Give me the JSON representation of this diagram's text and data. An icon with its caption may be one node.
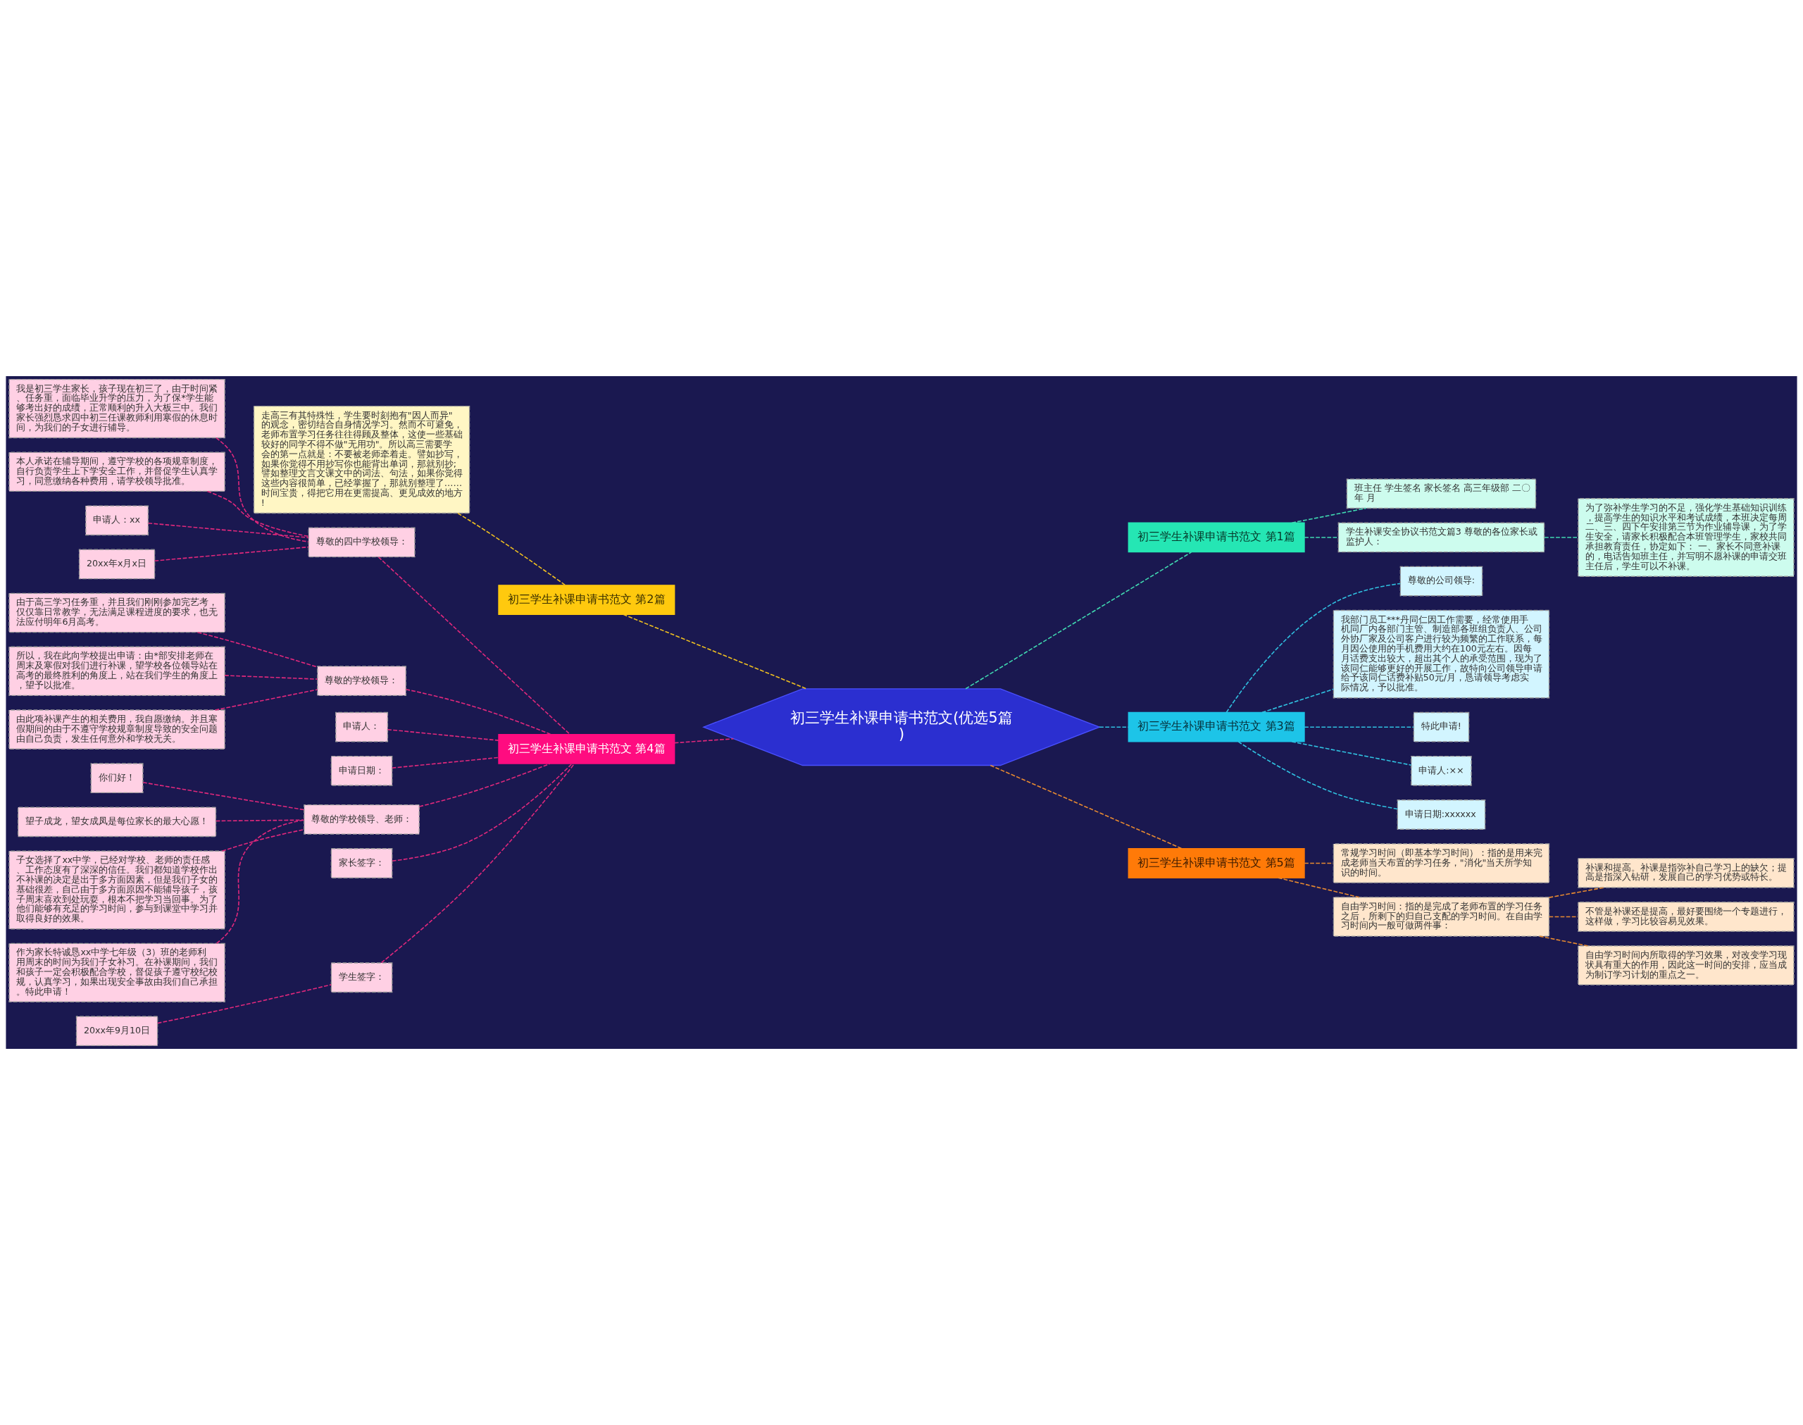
{
  "diagram": {
    "nodes": [
      {
        "text": [
          "初三学生补课申请书范文(优选5篇)"
        ]
      },
      {
        "text": [
          "初三学生补课申请书范文 第2篇"
        ]
      },
      {
        "text": [
          "走高三有其特殊性，学生要时刻抱有\"因人而异\"的观念，密切结合自身情况学习。然而不可避免，老师布置学习任务往往得顾及整体，这使一些基础较好的同学不得不做\"无用功\"。所以高三需要学会的第一点就是：不要被老师牵着走。譬如抄写，如果你觉得不用抄写你也能背出单词，那就别抄;譬如整理文言文课文中的词法、句法，如果你觉得这些内容很简单，已经掌握了，那就别整理了……时间宝贵，得把它用在更需提高、更见成效的地方!"
        ]
      },
      {
        "text": [
          "初三学生补课申请书范文 第1篇"
        ]
      },
      {
        "text": [
          "班主任 学生签名 家长签名 高三年级部 二〇年 月"
        ]
      },
      {
        "text": [
          "学生补课安全协议书范文篇3 尊敬的各位家长或监护人："
        ]
      },
      {
        "text": [
          "为了弥补学生学习的不足，强化学生基础知识训练，提高学生的知识水平和考试成绩，本班决定每周二、三、四下午安排第三节为作业辅导课，为了学生安全，请家长积极配合本班管理学生，家校共同承担教育责任，协定如下： 一、家长不同意补课的，电话告知班主任，并写明不愿补课的申请交班主任后，学生可以不补课。"
        ]
      },
      {
        "text": [
          "初三学生补课申请书范文 第3篇"
        ]
      },
      {
        "text": [
          "尊敬的公司领导:"
        ]
      },
      {
        "text": [
          "我部门员工***丹同仁因工作需要，经常使用手机同厂内各部门主管、制造部各班组负责人、公司外协厂家及公司客户进行较为频繁的工作联系，每月因公使用的手机费用大约在100元左右。因每月话费支出较大，超出其个人的承受范围，现为了该同仁能够更好的开展工作，故特向公司领导申请给予该同仁话费补贴50元/月，恳请领导考虑实际情况，予以批准。"
        ]
      },
      {
        "text": [
          "特此申请!"
        ]
      },
      {
        "text": [
          "申请人:××"
        ]
      },
      {
        "text": [
          "申请日期:xxxxxx"
        ]
      },
      {
        "text": [
          "初三学生补课申请书范文 第4篇"
        ]
      },
      {
        "text": [
          "尊敬的四中学校领导："
        ]
      },
      {
        "text": [
          "我是初三学生家长，孩子现在初三了，由于时间紧、任务重，面临毕业升学的压力，为了保*学生能够考出好的成绩，正常顺利的升入大板三中。我们家长强烈恳求四中初三任课教师利用寒假的休息时间，为我们的子女进行辅导。"
        ]
      },
      {
        "text": [
          "本人承诺在辅导期间，遵守学校的各项规章制度，自行负责学生上下学安全工作，并督促学生认真学习，同意缴纳各种费用，请学校领导批准。"
        ]
      },
      {
        "text": [
          "申请人：xx"
        ]
      },
      {
        "text": [
          "20xx年x月x日"
        ]
      },
      {
        "text": [
          "尊敬的学校领导："
        ]
      },
      {
        "text": [
          "由于高三学习任务重，并且我们刚刚参加完艺考，仅仅靠日常教学，无法满足课程进度的要求，也无法应付明年6月高考。"
        ]
      },
      {
        "text": [
          "所以，我在此向学校提出申请：由*部安排老师在周末及寒假对我们进行补课，望学校各位领导站在高考的最终胜利的角度上，站在我们学生的角度上，望予以批准。"
        ]
      },
      {
        "text": [
          "由此项补课产生的相关费用，我自愿缴纳。并且寒假期间的由于不遵守学校规章制度导致的安全问题由自己负责，发生任何意外和学校无关。"
        ]
      },
      {
        "text": [
          "申请人："
        ]
      },
      {
        "text": [
          "申请日期："
        ]
      },
      {
        "text": [
          "尊敬的学校领导、老师："
        ]
      },
      {
        "text": [
          "你们好！"
        ]
      },
      {
        "text": [
          "望子成龙，望女成凤是每位家长的最大心愿！"
        ]
      },
      {
        "text": [
          "子女选择了xx中学，已经对学校、老师的责任感、工作态度有了深深的信任。我们都知道学校作出不补课的决定是出于多方面因素，但是我们子女的基础很差，自己由于多方面原因不能辅导孩子，孩子周末喜欢到处玩耍，根本不把学习当回事。为了他们能够有充足的学习时间，参与到课堂中学习并取得良好的效果。"
        ]
      },
      {
        "text": [
          "作为家长特诚恳xx中学七年级（3）班的老师利用周末的时间为我们子女补习。在补课期间，我们和孩子一定会积极配合学校，督促孩子遵守校纪校规，认真学习，如果出现安全事故由我们自己承担。特此申请！"
        ]
      },
      {
        "text": [
          "家长签字："
        ]
      },
      {
        "text": [
          "学生签字："
        ]
      },
      {
        "text": [
          "20xx年9月10日"
        ]
      },
      {
        "text": [
          "初三学生补课申请书范文 第5篇"
        ]
      },
      {
        "text": [
          "常规学习时间（即基本学习时间）：指的是用来完成老师当天布置的学习任务，\"消化\"当天所学知识的时间。"
        ]
      },
      {
        "text": [
          "自由学习时间：指的是完成了老师布置的学习任务之后，所剩下的归自己支配的学习时间。在自由学习时间内一般可做两件事："
        ]
      },
      {
        "text": [
          "补课和提高。补课是指弥补自己学习上的缺欠；提高是指深入钻研，发展自己的学习优势或特长。"
        ]
      },
      {
        "text": [
          "不管是补课还是提高，最好要围绕一个专题进行，这样做，学习比较容易见效果。"
        ]
      },
      {
        "text": [
          "自由学习时间内所取得的学习效果，对改变学习现状具有重大的作用，因此这一时间的安排，应当成为制订学习计划的重点之一。"
        ]
      }
    ],
    "edges": [
      {
        "from": 0,
        "to": 1,
        "arrow": "none",
        "color": "#f0c020"
      },
      {
        "from": 1,
        "to": 2,
        "arrow": "none",
        "color": "#f0c020"
      },
      {
        "from": 0,
        "to": 3,
        "arrow": "none",
        "color": "#40d8b0"
      },
      {
        "from": 3,
        "to": 4,
        "arrow": "none",
        "color": "#40d8b0"
      },
      {
        "from": 3,
        "to": 5,
        "arrow": "none",
        "color": "#40d8b0"
      },
      {
        "from": 5,
        "to": 6,
        "arrow": "none",
        "color": "#40d8b0"
      },
      {
        "from": 0,
        "to": 7,
        "arrow": "none",
        "color": "#30c0e0"
      },
      {
        "from": 7,
        "to": 8,
        "arrow": "none",
        "color": "#30c0e0"
      },
      {
        "from": 7,
        "to": 9,
        "arrow": "none",
        "color": "#30c0e0"
      },
      {
        "from": 7,
        "to": 10,
        "arrow": "none",
        "color": "#30c0e0"
      },
      {
        "from": 7,
        "to": 11,
        "arrow": "none",
        "color": "#30c0e0"
      },
      {
        "from": 7,
        "to": 12,
        "arrow": "none",
        "color": "#30c0e0"
      },
      {
        "from": 0,
        "to": 13,
        "arrow": "none"
      },
      {
        "from": 13,
        "to": 14,
        "arrow": "none"
      },
      {
        "from": 14,
        "to": 15,
        "arrow": "none"
      },
      {
        "from": 14,
        "to": 16,
        "arrow": "none"
      },
      {
        "from": 14,
        "to": 17,
        "arrow": "none"
      },
      {
        "from": 14,
        "to": 18,
        "arrow": "none"
      },
      {
        "from": 13,
        "to": 19,
        "arrow": "none"
      },
      {
        "from": 19,
        "to": 20,
        "arrow": "none"
      },
      {
        "from": 19,
        "to": 21,
        "arrow": "none"
      },
      {
        "from": 19,
        "to": 22,
        "arrow": "none"
      },
      {
        "from": 13,
        "to": 23,
        "arrow": "none"
      },
      {
        "from": 13,
        "to": 24,
        "arrow": "none"
      },
      {
        "from": 13,
        "to": 25,
        "arrow": "none"
      },
      {
        "from": 25,
        "to": 26,
        "arrow": "none"
      },
      {
        "from": 25,
        "to": 27,
        "arrow": "none"
      },
      {
        "from": 25,
        "to": 28,
        "arrow": "none"
      },
      {
        "from": 25,
        "to": 29,
        "arrow": "none"
      },
      {
        "from": 13,
        "to": 30,
        "arrow": "none"
      },
      {
        "from": 13,
        "to": 31,
        "arrow": "none"
      },
      {
        "from": 31,
        "to": 32,
        "arrow": "none"
      },
      {
        "from": 0,
        "to": 33,
        "arrow": "none",
        "color": "#e88a30"
      },
      {
        "from": 33,
        "to": 34,
        "arrow": "none",
        "color": "#e88a30"
      },
      {
        "from": 33,
        "to": 35,
        "arrow": "none",
        "color": "#e88a30"
      },
      {
        "from": 35,
        "to": 36,
        "arrow": "none",
        "color": "#e88a30"
      },
      {
        "from": 35,
        "to": 37,
        "arrow": "none",
        "color": "#e88a30"
      },
      {
        "from": 35,
        "to": 38,
        "arrow": "none",
        "color": "#e88a30"
      }
    ]
  }
}
